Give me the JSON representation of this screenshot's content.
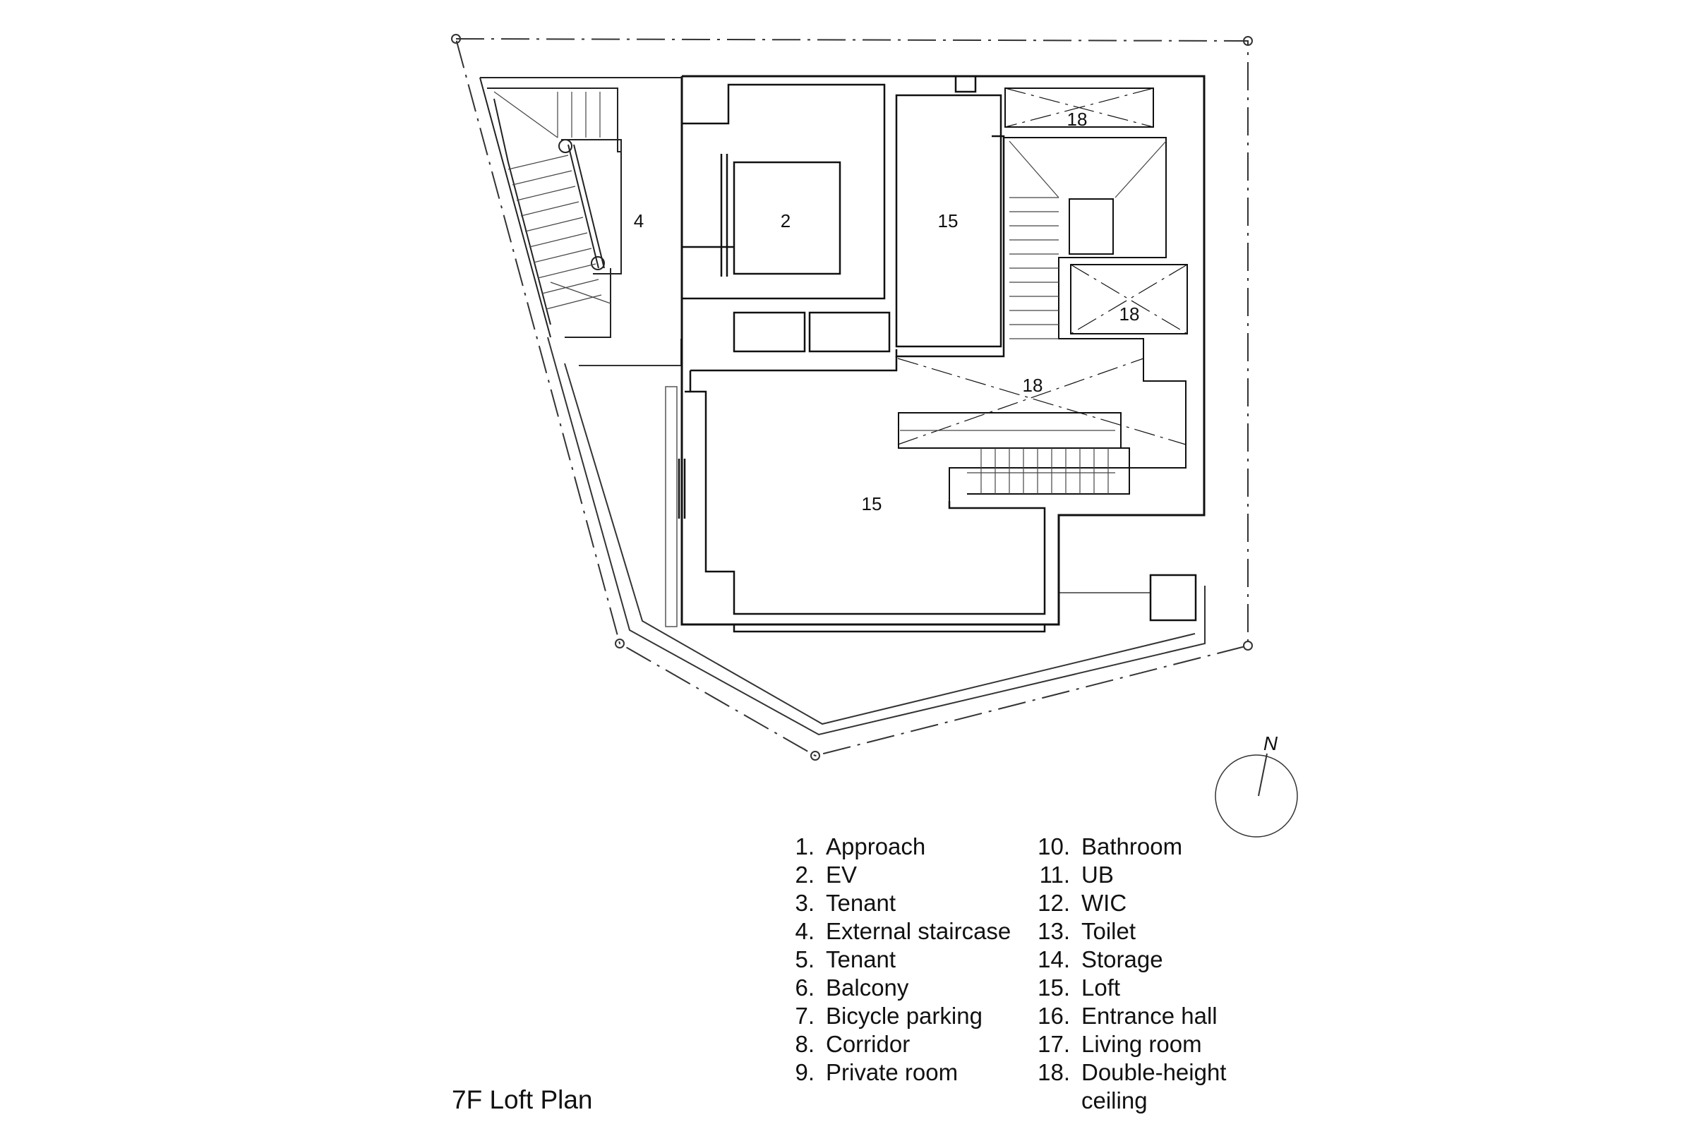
{
  "title": "7F Loft Plan",
  "north_label": "N",
  "room_labels": [
    "4",
    "2",
    "15",
    "18",
    "18",
    "18",
    "15"
  ],
  "legend": {
    "col1": [
      {
        "num": "1.",
        "label": "Approach"
      },
      {
        "num": "2.",
        "label": "EV"
      },
      {
        "num": "3.",
        "label": "Tenant"
      },
      {
        "num": "4.",
        "label": "External staircase"
      },
      {
        "num": "5.",
        "label": "Tenant"
      },
      {
        "num": "6.",
        "label": "Balcony"
      },
      {
        "num": "7.",
        "label": "Bicycle parking"
      },
      {
        "num": "8.",
        "label": "Corridor"
      },
      {
        "num": "9.",
        "label": "Private room"
      }
    ],
    "col2": [
      {
        "num": "10.",
        "label": "Bathroom"
      },
      {
        "num": "11.",
        "label": "UB"
      },
      {
        "num": "12.",
        "label": "WIC"
      },
      {
        "num": "13.",
        "label": "Toilet"
      },
      {
        "num": "14.",
        "label": "Storage"
      },
      {
        "num": "15.",
        "label": "Loft"
      },
      {
        "num": "16.",
        "label": "Entrance hall"
      },
      {
        "num": "17.",
        "label": "Living room"
      },
      {
        "num": "18.",
        "label": "Double-height\nceiling"
      }
    ]
  }
}
